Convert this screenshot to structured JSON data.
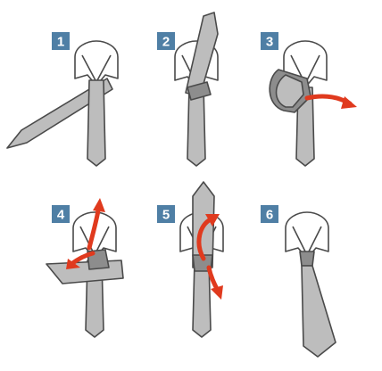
{
  "colors": {
    "badge": "#4f7fa5",
    "arrow": "#e03a1e",
    "tie": "#bdbdbd",
    "tie_shade": "#8d8d8d",
    "outline": "#4a4a4a"
  },
  "steps": [
    {
      "number": "1"
    },
    {
      "number": "2"
    },
    {
      "number": "3"
    },
    {
      "number": "4"
    },
    {
      "number": "5"
    },
    {
      "number": "6"
    }
  ]
}
